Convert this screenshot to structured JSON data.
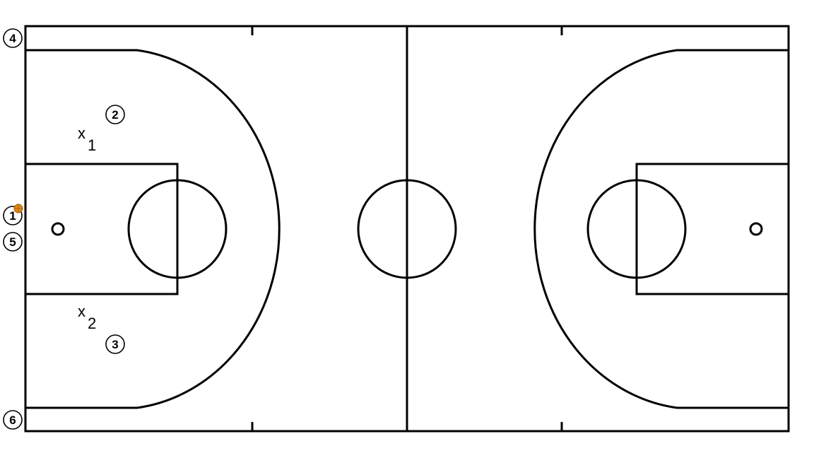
{
  "players": [
    {
      "id": "p4",
      "label": "4"
    },
    {
      "id": "p2",
      "label": "2"
    },
    {
      "id": "p1",
      "label": "1"
    },
    {
      "id": "p5",
      "label": "5"
    },
    {
      "id": "p3",
      "label": "3"
    },
    {
      "id": "p6",
      "label": "6"
    }
  ],
  "defenders": [
    {
      "id": "x1",
      "letter": "x",
      "number": "1"
    },
    {
      "id": "x2",
      "letter": "x",
      "number": "2"
    }
  ],
  "ball": {
    "holder": "1",
    "color": "#e08a1e"
  },
  "colors": {
    "court_line": "#000000",
    "background": "#ffffff"
  }
}
